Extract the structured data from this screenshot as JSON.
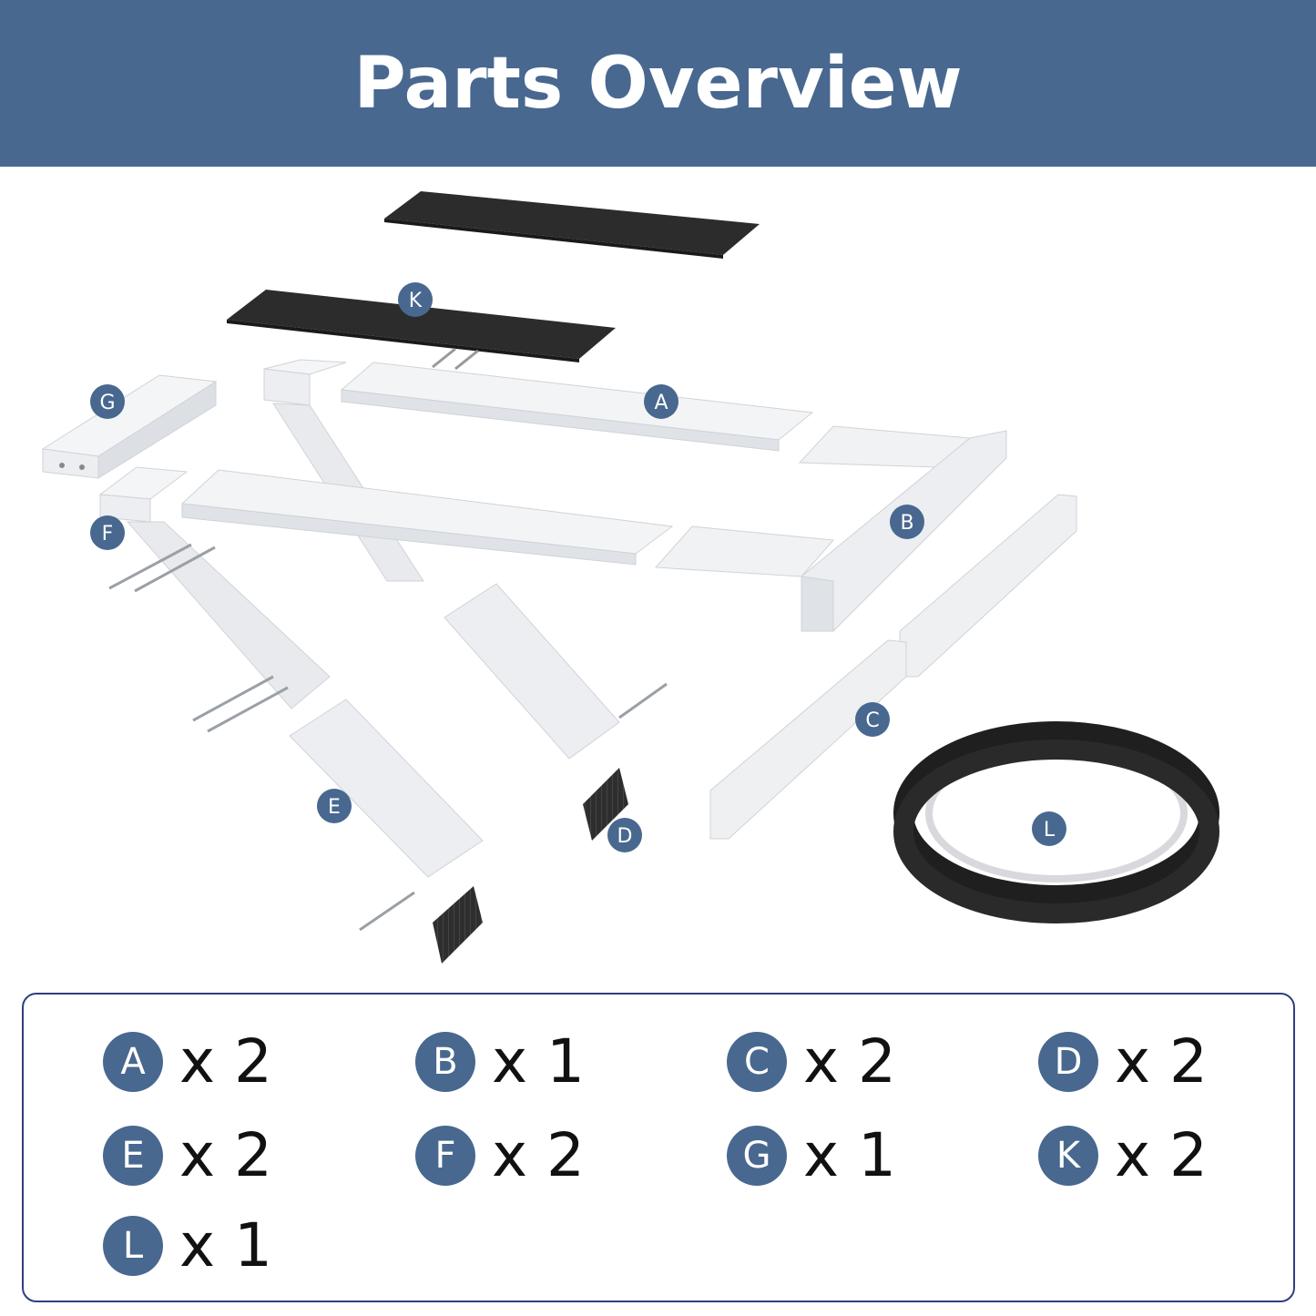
{
  "header": {
    "title": "Parts Overview"
  },
  "colors": {
    "header_bg": "#48688f",
    "badge_bg": "#48688f",
    "legend_border": "#2f3f7e",
    "rubber": "#2b2b2b",
    "metal": "#e9ebee"
  },
  "diagram": {
    "callouts": [
      {
        "id": "K",
        "label": "K"
      },
      {
        "id": "G",
        "label": "G"
      },
      {
        "id": "A",
        "label": "A"
      },
      {
        "id": "F",
        "label": "F"
      },
      {
        "id": "B",
        "label": "B"
      },
      {
        "id": "C",
        "label": "C"
      },
      {
        "id": "E",
        "label": "E"
      },
      {
        "id": "D",
        "label": "D"
      },
      {
        "id": "L",
        "label": "L"
      }
    ]
  },
  "legend": {
    "items": [
      {
        "letter": "A",
        "qty": "x 2"
      },
      {
        "letter": "B",
        "qty": "x 1"
      },
      {
        "letter": "C",
        "qty": "x 2"
      },
      {
        "letter": "D",
        "qty": "x 2"
      },
      {
        "letter": "E",
        "qty": "x 2"
      },
      {
        "letter": "F",
        "qty": "x 2"
      },
      {
        "letter": "G",
        "qty": "x 1"
      },
      {
        "letter": "K",
        "qty": "x 2"
      },
      {
        "letter": "L",
        "qty": "x 1"
      }
    ]
  }
}
